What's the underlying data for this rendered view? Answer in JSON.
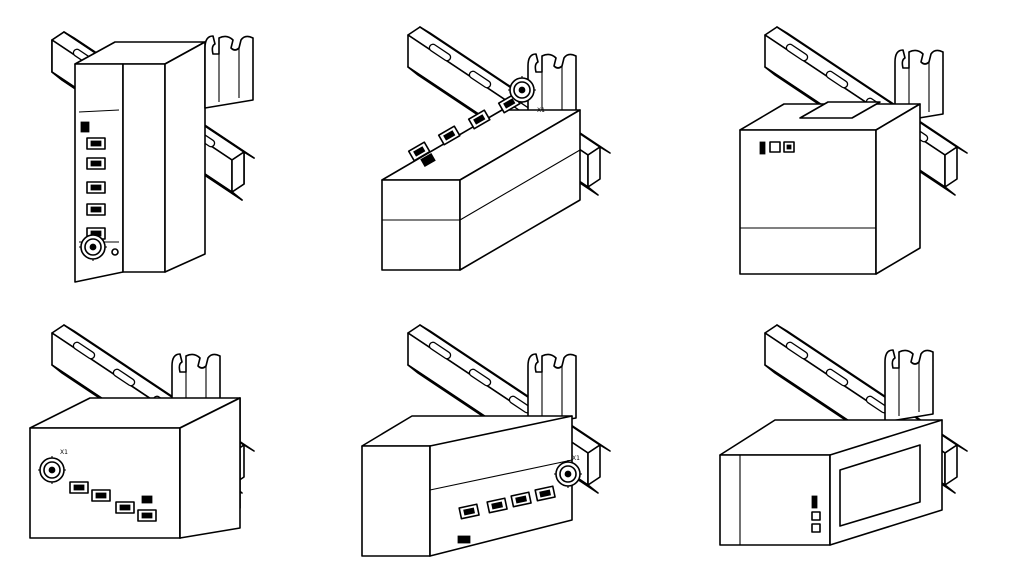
{
  "figure": {
    "background": "#ffffff",
    "line_color": "#000000",
    "views": [
      {
        "name": "vertical-mount-front",
        "label": "X1"
      },
      {
        "name": "horizontal-mount-top",
        "label": "X1"
      },
      {
        "name": "vertical-mount-side",
        "label": ""
      },
      {
        "name": "horizontal-mount-front",
        "label": "X1"
      },
      {
        "name": "horizontal-mount-angled",
        "label": "X1"
      },
      {
        "name": "horizontal-mount-side",
        "label": ""
      }
    ]
  }
}
